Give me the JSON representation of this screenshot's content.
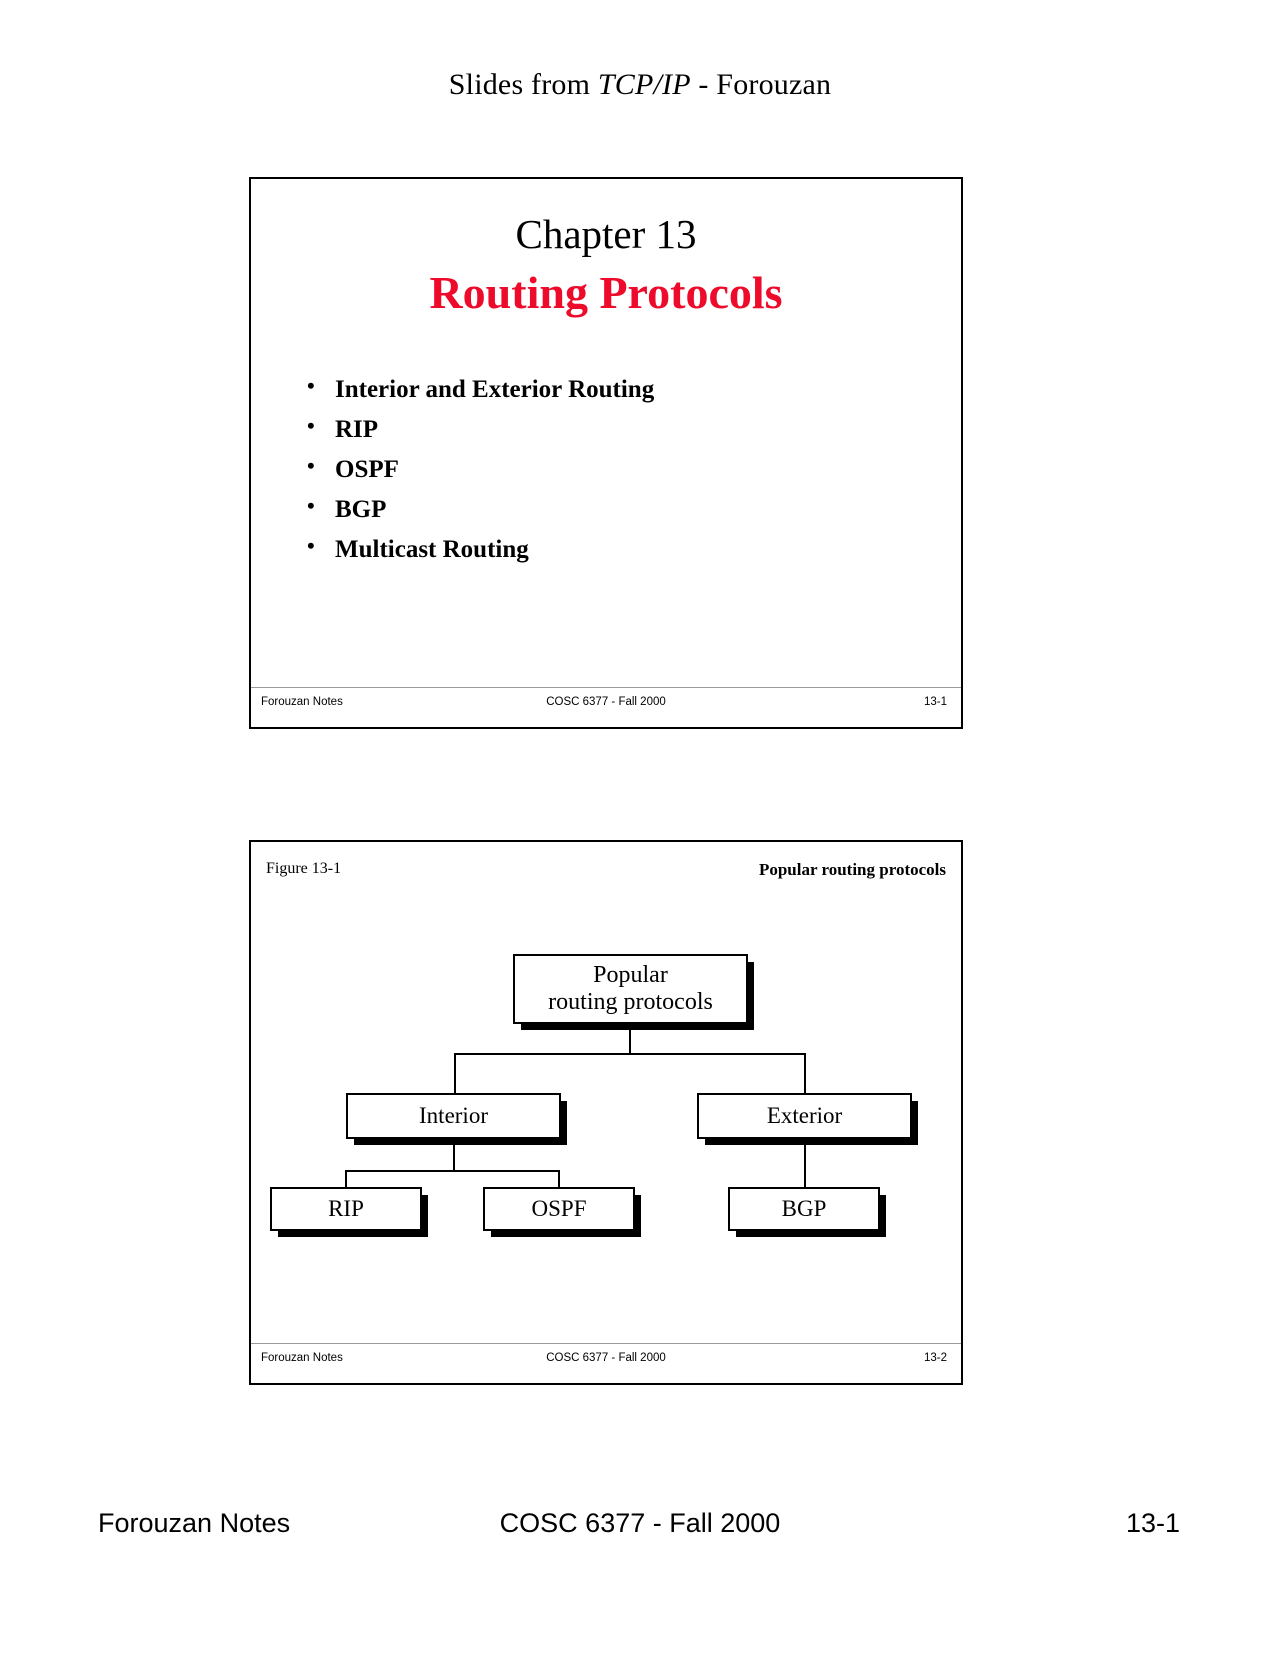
{
  "page": {
    "header_prefix": "Slides from ",
    "header_italic": "TCP/IP",
    "header_suffix": " - Forouzan"
  },
  "slide1": {
    "chapter": "Chapter 13",
    "title": "Routing Protocols",
    "title_color": "#ED0A2A",
    "bullets": [
      {
        "label": "Interior and Exterior Routing"
      },
      {
        "label": "RIP"
      },
      {
        "label": "OSPF"
      },
      {
        "label": "BGP"
      },
      {
        "label": "Multicast Routing"
      }
    ],
    "footer": {
      "left": "Forouzan Notes",
      "center": "COSC 6377 - Fall 2000",
      "right": "13-1"
    }
  },
  "slide2": {
    "figure_label": "Figure 13-1",
    "figure_title": "Popular routing protocols",
    "diagram": {
      "root": {
        "line1": "Popular",
        "line2": "routing protocols"
      },
      "interior": "Interior",
      "exterior": "Exterior",
      "rip": "RIP",
      "ospf": "OSPF",
      "bgp": "BGP"
    },
    "footer": {
      "left": "Forouzan Notes",
      "center": "COSC 6377 - Fall 2000",
      "right": "13-2"
    }
  },
  "page_footer": {
    "left": "Forouzan Notes",
    "center": "COSC 6377 - Fall 2000",
    "right": "13-1"
  }
}
